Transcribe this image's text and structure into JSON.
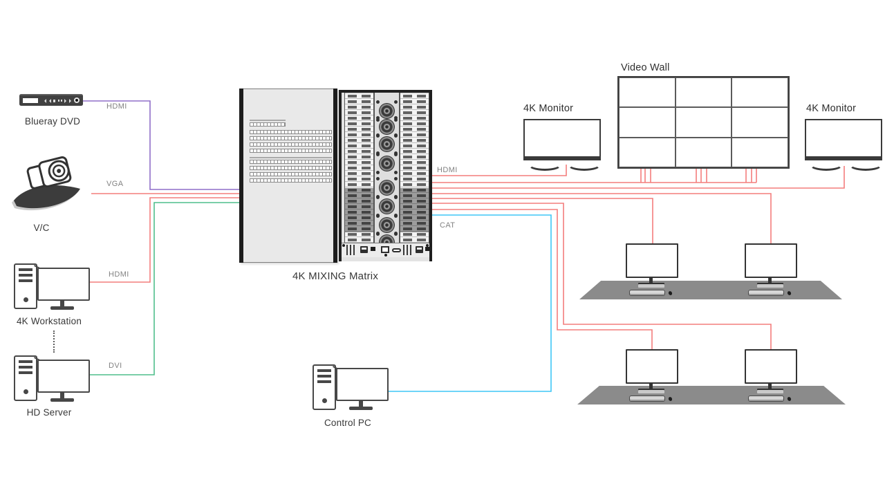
{
  "colors": {
    "cable_hdmi_source": "#8f6ec8",
    "cable_video": "#f47d7c",
    "cable_dvi": "#4fbe8b",
    "cable_cat": "#3ec6f5"
  },
  "sources": {
    "blueray": {
      "label": "Blueray DVD",
      "cable_label": "HDMI"
    },
    "camera": {
      "label": "V/C",
      "cable_label": "VGA"
    },
    "workstation": {
      "label": "4K Workstation",
      "cable_label": "HDMI"
    },
    "hd_server": {
      "label": "HD Server",
      "cable_label": "DVI"
    }
  },
  "matrix": {
    "label": "4K MIXING Matrix",
    "hdmi_out_label": "HDMI",
    "cat_out_label": "CAT"
  },
  "outputs": {
    "monitor_left": {
      "label": "4K Monitor"
    },
    "video_wall": {
      "label": "Video Wall",
      "rows": 3,
      "cols": 3
    },
    "monitor_right": {
      "label": "4K  Monitor"
    },
    "control_pc": {
      "label": "Control PC"
    },
    "operator_desks": {
      "count": 2,
      "monitors_per_desk": 2
    }
  }
}
